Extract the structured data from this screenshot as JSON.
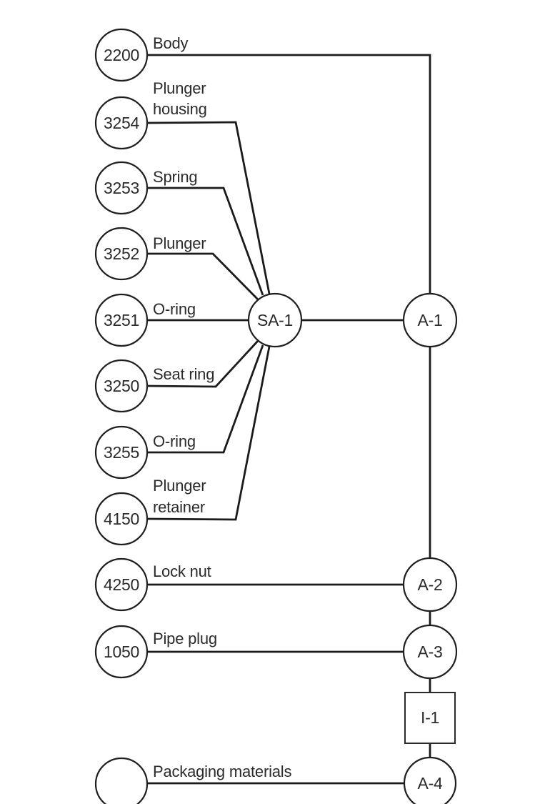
{
  "diagram": {
    "kind": "assembly-process-chart",
    "colors": {
      "background": "#ffffff",
      "line": "#1b1b1b",
      "text": "#2b2b2b"
    },
    "parts": [
      {
        "id": "2200",
        "label": "Body",
        "label_lines": [
          "Body"
        ]
      },
      {
        "id": "3254",
        "label": "Plunger housing",
        "label_lines": [
          "Plunger",
          "housing"
        ]
      },
      {
        "id": "3253",
        "label": "Spring",
        "label_lines": [
          "Spring"
        ]
      },
      {
        "id": "3252",
        "label": "Plunger",
        "label_lines": [
          "Plunger"
        ]
      },
      {
        "id": "3251",
        "label": "O-ring",
        "label_lines": [
          "O-ring"
        ]
      },
      {
        "id": "3250",
        "label": "Seat ring",
        "label_lines": [
          "Seat ring"
        ]
      },
      {
        "id": "3255",
        "label": "O-ring",
        "label_lines": [
          "O-ring"
        ]
      },
      {
        "id": "4150",
        "label": "Plunger retainer",
        "label_lines": [
          "Plunger",
          "retainer"
        ]
      },
      {
        "id": "4250",
        "label": "Lock nut",
        "label_lines": [
          "Lock nut"
        ]
      },
      {
        "id": "1050",
        "label": "Pipe plug",
        "label_lines": [
          "Pipe plug"
        ]
      },
      {
        "id": "",
        "label": "Packaging materials",
        "label_lines": [
          "Packaging materials"
        ]
      }
    ],
    "operations": [
      {
        "id": "SA-1",
        "shape": "circle",
        "type": "subassembly"
      },
      {
        "id": "A-1",
        "shape": "circle",
        "type": "assembly"
      },
      {
        "id": "A-2",
        "shape": "circle",
        "type": "assembly"
      },
      {
        "id": "A-3",
        "shape": "circle",
        "type": "assembly"
      },
      {
        "id": "I-1",
        "shape": "square",
        "type": "inspection"
      },
      {
        "id": "A-4",
        "shape": "circle",
        "type": "assembly"
      }
    ],
    "edges": [
      {
        "from": "2200",
        "to": "A-1"
      },
      {
        "from": "3254",
        "to": "SA-1"
      },
      {
        "from": "3253",
        "to": "SA-1"
      },
      {
        "from": "3252",
        "to": "SA-1"
      },
      {
        "from": "3251",
        "to": "SA-1"
      },
      {
        "from": "3250",
        "to": "SA-1"
      },
      {
        "from": "3255",
        "to": "SA-1"
      },
      {
        "from": "4150",
        "to": "SA-1"
      },
      {
        "from": "SA-1",
        "to": "A-1"
      },
      {
        "from": "A-1",
        "to": "A-2"
      },
      {
        "from": "4250",
        "to": "A-2"
      },
      {
        "from": "A-2",
        "to": "A-3"
      },
      {
        "from": "1050",
        "to": "A-3"
      },
      {
        "from": "A-3",
        "to": "I-1"
      },
      {
        "from": "I-1",
        "to": "A-4"
      },
      {
        "from": "packaging-materials",
        "to": "A-4"
      }
    ]
  }
}
